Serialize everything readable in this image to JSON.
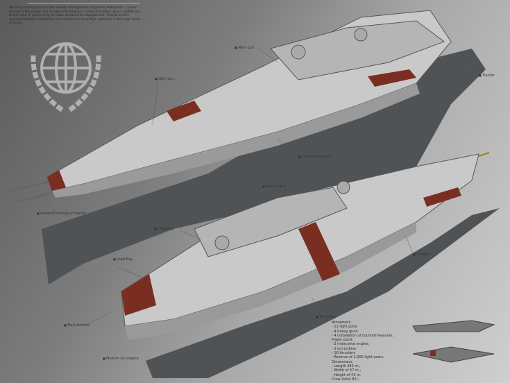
{
  "intro_text": "We are proud to present the newest development engineers Federation. Cruiser Hellvet is the power and combat effectiveness. Computer-aided, gives confidence to the crew in performing all tasks assigned to engagement. Thanks to this development the Federation will continue to carry their splendor in this vast world of space.",
  "labels": {
    "main_gun": "Main gun",
    "light_gun": "Light gun",
    "tracker": "Tracker",
    "countermeasures": "Countermeasures",
    "density": "Greatest density of matter",
    "capacitor": "Capacitor",
    "anchor_gun": "Anchor gun",
    "load_bay": "Load Bay",
    "main_turbine": "Main turbine",
    "shadow": "Shadow",
    "thrusters": "Thrusters",
    "engine": "Modern ion engine"
  },
  "specs": [
    "Armament:",
    "- 12 light guns;",
    "- 4 heavy guns;",
    "- 4 installation of countermeasures;",
    "Power point:",
    "- 2 intercisive engine;",
    "- 2 ion turbine",
    "- 16 thrusters",
    "- Reserve of 2,000 light-years.",
    "Dimensions:",
    "- Length 283 m.;",
    "- Width of 67 m.;",
    "- Height of 43 m.",
    "Crew (total 82):"
  ],
  "colors": {
    "hull": "#c9c9c9",
    "accent": "#7a2e22",
    "shadow": "#4f5355",
    "emblem": "#a8a8a8"
  }
}
